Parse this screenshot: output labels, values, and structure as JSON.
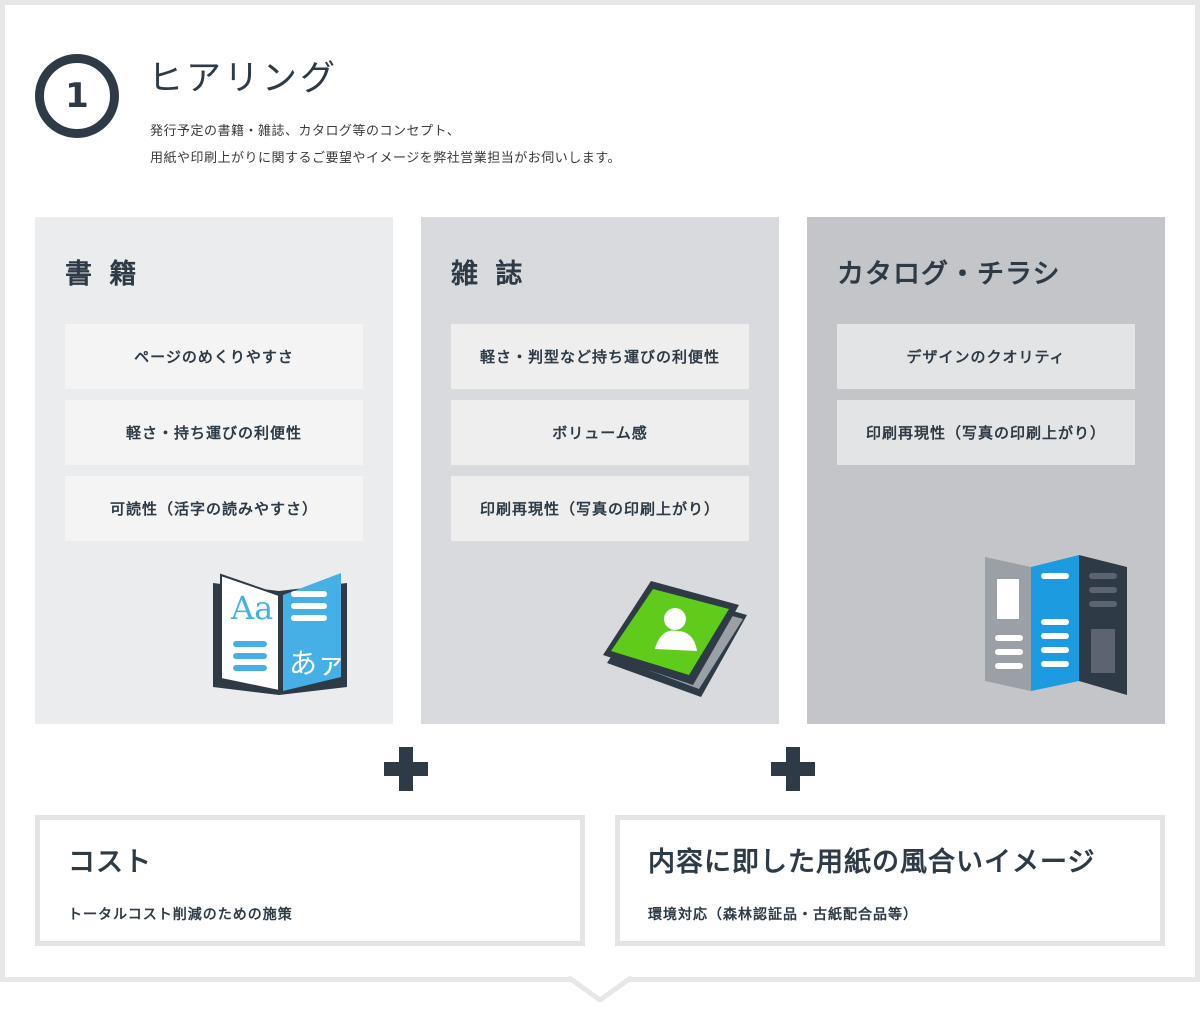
{
  "header": {
    "step_number": "1",
    "title": "ヒアリング",
    "description_line1": "発行予定の書籍・雑誌、カタログ等のコンセプト、",
    "description_line2": "用紙や印刷上がりに関するご要望やイメージを弊社営業担当がお伺いします。"
  },
  "cards": [
    {
      "title": "書 籍",
      "items": [
        "ページのめくりやすさ",
        "軽さ・持ち運びの利便性",
        "可読性（活字の読みやすさ）"
      ],
      "illustration": "book-icon",
      "illustration_text": [
        "Aa",
        "あァ"
      ]
    },
    {
      "title": "雑 誌",
      "items": [
        "軽さ・判型など持ち運びの利便性",
        "ボリューム感",
        "印刷再現性（写真の印刷上がり）"
      ],
      "illustration": "magazine-icon"
    },
    {
      "title": "カタログ・チラシ",
      "items": [
        "デザインのクオリティ",
        "印刷再現性（写真の印刷上がり）"
      ],
      "illustration": "folded-catalog-icon"
    }
  ],
  "plus_icon": "plus-icon",
  "bottom_boxes": [
    {
      "title": "コスト",
      "subtitle": "トータルコスト削減のための施策"
    },
    {
      "title": "内容に即した用紙の風合いイメージ",
      "subtitle": "環境対応（森林認証品・古紙配合品等）"
    }
  ],
  "colors": {
    "dark": "#2e3a45",
    "blue": "#1d9be0",
    "light_blue": "#45b0e5",
    "green": "#5fcb1a",
    "card1_bg": "#ebecee",
    "card2_bg": "#d8dadd",
    "card3_bg": "#c3c5c9"
  }
}
